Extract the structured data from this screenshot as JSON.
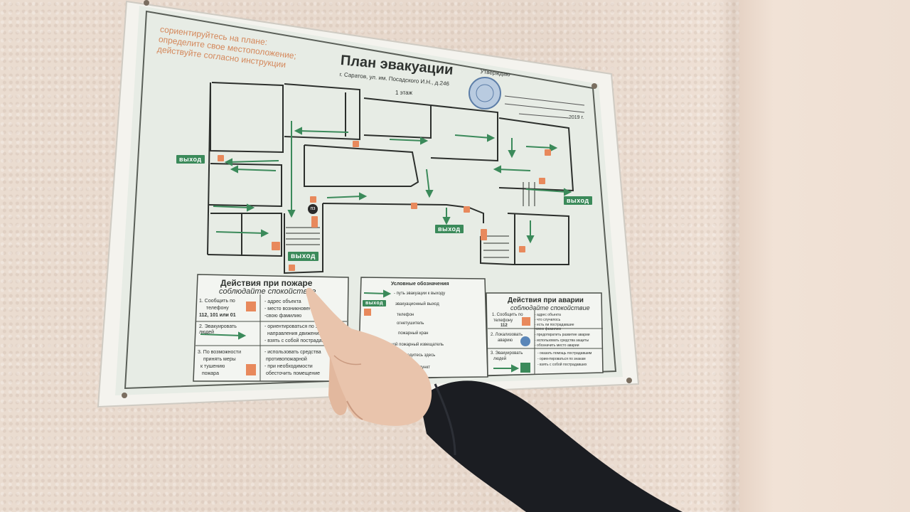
{
  "sign": {
    "instruction_lines": [
      "сориентируйтесь на плане:",
      "определите свое местоположение;",
      "действуйте согласно инструкции"
    ],
    "title": "План эвакуации",
    "address": "г. Саратов, ул. им. Посадского И.Н., д.246",
    "floor": "1 этаж",
    "approve_label": "Утверждаю",
    "year": "2019 г.",
    "exit_label": "выход",
    "pz_label": "пз"
  },
  "fire_actions": {
    "title": "Действия при пожаре",
    "subtitle": "соблюдайте спокойствие",
    "step1": [
      "1. Сообщить по",
      "телефону",
      "112, 101 или 01"
    ],
    "step1_notes": [
      "- адрес объекта",
      "- место возникновения",
      "-свою фамилию"
    ],
    "step2": [
      "2. Эвакуировать",
      "людей"
    ],
    "step2_notes": [
      "- ориентироваться по знакам",
      "направления движения",
      "- взять с собой пострадавших"
    ],
    "step3": [
      "3. По возможности",
      "принять меры",
      "к тушению",
      "пожара"
    ],
    "step3_notes": [
      "- использовать средства",
      "противопожарной",
      "- при необходимости",
      "обесточить помещение"
    ]
  },
  "legend": {
    "title": "Условные обозначения",
    "items": [
      "- путь эвакуации к выходу",
      "эвакуационный выход",
      "телефон",
      "огнетушитель",
      "пожарный кран",
      "ручной пожарный извещатель",
      "вы находитесь здесь",
      "пункт"
    ]
  },
  "emergency_actions": {
    "title": "Действия при аварии",
    "subtitle": "соблюдайте спокойствие",
    "step1": [
      "1. Сообщить по",
      "телефону",
      "112"
    ],
    "step1_notes": [
      "- адрес объекта",
      "- что случилось",
      "- есть ли пострадавшие",
      "-свою фамилию"
    ],
    "step2": [
      "2. Локализовать",
      "аварию"
    ],
    "step2_notes": [
      "- предотвратить развитие аварии",
      "- использовать средства защиты",
      "- обозначить место аварии"
    ],
    "step3": [
      "3. Эвакуировать",
      "людей"
    ],
    "step3_notes": [
      "- оказать помощь пострадавшим",
      "- ориентироваться по знакам",
      "- взять с собой пострадавших"
    ]
  },
  "colors": {
    "plan_green": "#3b8a5a",
    "plan_orange": "#e8895c",
    "plate_bg": "#e6ece4",
    "wall": "#e9dcd0"
  }
}
